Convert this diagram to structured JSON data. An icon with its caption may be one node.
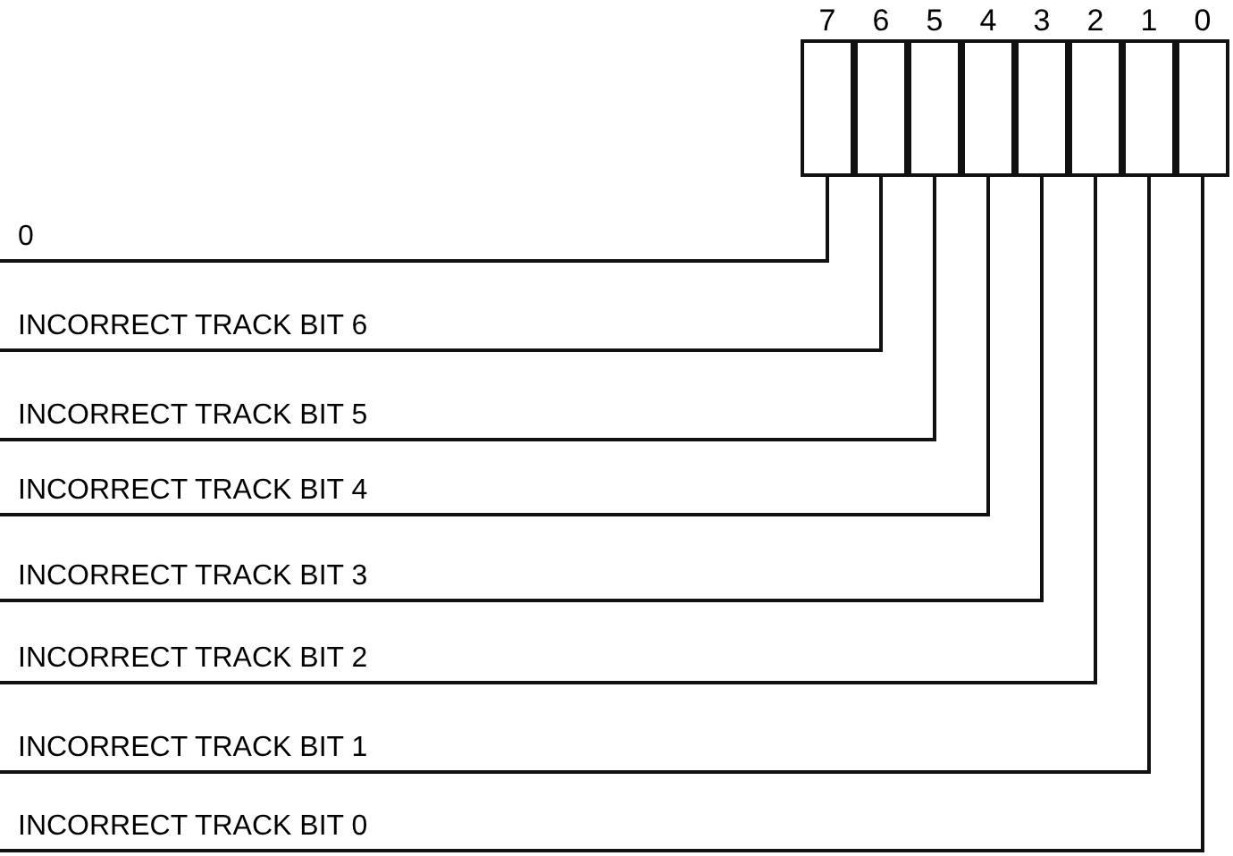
{
  "diagram": {
    "nodes": [
      {
        "text": [
          "7"
        ]
      },
      {
        "text": [
          "6"
        ]
      },
      {
        "text": [
          "5"
        ]
      },
      {
        "text": [
          "4"
        ]
      },
      {
        "text": [
          "3"
        ]
      },
      {
        "text": [
          "2"
        ]
      },
      {
        "text": [
          "1"
        ]
      },
      {
        "text": [
          "0"
        ]
      },
      {
        "text": [
          "0"
        ]
      },
      {
        "text": [
          "INCORRECT TRACK BIT 6"
        ]
      },
      {
        "text": [
          "INCORRECT TRACK BIT 5"
        ]
      },
      {
        "text": [
          "INCORRECT TRACK BIT 4"
        ]
      },
      {
        "text": [
          "INCORRECT TRACK BIT 3"
        ]
      },
      {
        "text": [
          "INCORRECT TRACK BIT 2"
        ]
      },
      {
        "text": [
          "INCORRECT TRACK BIT 1"
        ]
      },
      {
        "text": [
          "INCORRECT TRACK BIT 0"
        ]
      }
    ],
    "edges": [
      {
        "from": 8,
        "to": 0,
        "arrow": "none"
      },
      {
        "from": 9,
        "to": 1,
        "arrow": "none"
      },
      {
        "from": 10,
        "to": 2,
        "arrow": "none"
      },
      {
        "from": 11,
        "to": 3,
        "arrow": "none"
      },
      {
        "from": 12,
        "to": 4,
        "arrow": "none"
      },
      {
        "from": 13,
        "to": 5,
        "arrow": "none"
      },
      {
        "from": 14,
        "to": 6,
        "arrow": "none"
      },
      {
        "from": 15,
        "to": 7,
        "arrow": "none"
      }
    ]
  }
}
